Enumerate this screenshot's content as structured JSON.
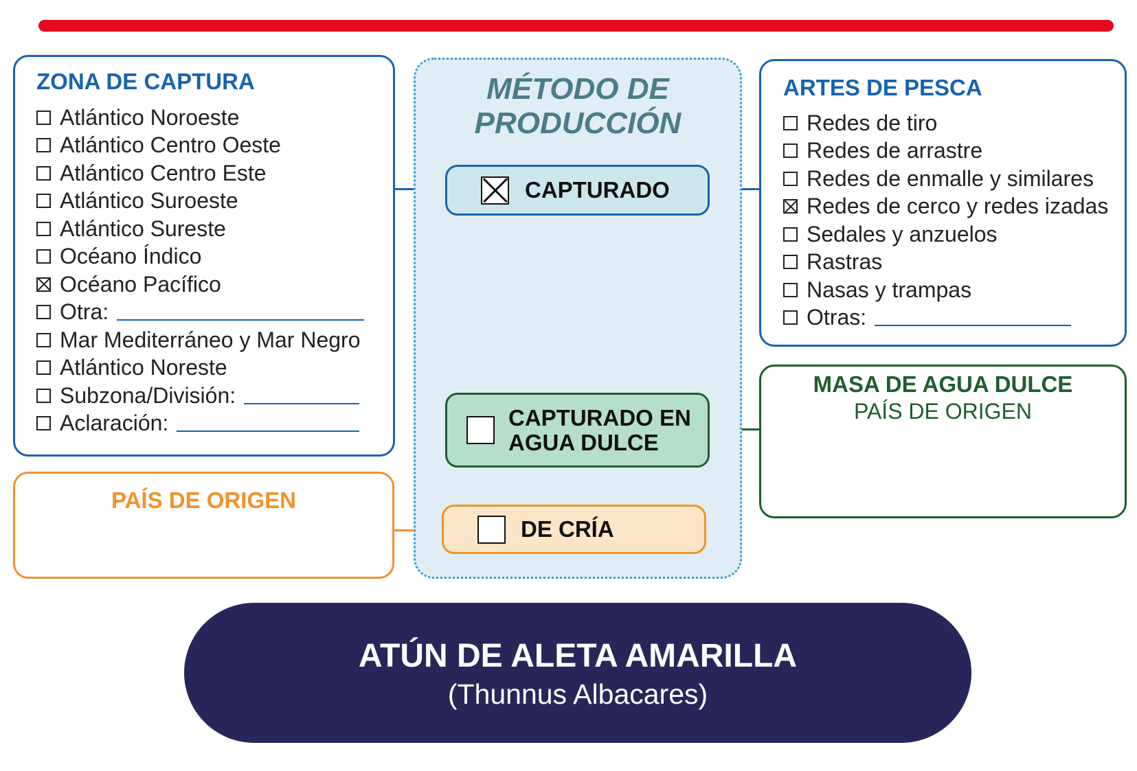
{
  "zona_captura": {
    "title": "ZONA DE CAPTURA",
    "items": [
      {
        "label": "Atlántico Noroeste",
        "checked": false
      },
      {
        "label": "Atlántico Centro Oeste",
        "checked": false
      },
      {
        "label": "Atlántico Centro Este",
        "checked": false
      },
      {
        "label": "Atlántico Suroeste",
        "checked": false
      },
      {
        "label": "Atlántico Sureste",
        "checked": false
      },
      {
        "label": "Océano Índico",
        "checked": false
      },
      {
        "label": "Océano Pacífico",
        "checked": true
      },
      {
        "label": "Otra:",
        "checked": false
      },
      {
        "label": "Mar Mediterráneo y Mar Negro",
        "checked": false
      },
      {
        "label": "Atlántico Noreste",
        "checked": false
      },
      {
        "label": "Subzona/División:",
        "checked": false
      },
      {
        "label": "Aclaración:",
        "checked": false
      }
    ]
  },
  "pais_origen": {
    "title": "PAÍS DE ORIGEN"
  },
  "metodo_produccion": {
    "title_line1": "MÉTODO DE",
    "title_line2": "PRODUCCIÓN",
    "options": {
      "capturado": {
        "label": "CAPTURADO",
        "checked": true
      },
      "agua_dulce": {
        "label_line1": "CAPTURADO EN",
        "label_line2": "AGUA DULCE",
        "checked": false
      },
      "cria": {
        "label": "DE CRÍA",
        "checked": false
      }
    }
  },
  "artes_pesca": {
    "title": "ARTES DE PESCA",
    "items": [
      {
        "label": "Redes de tiro",
        "checked": false
      },
      {
        "label": "Redes de arrastre",
        "checked": false
      },
      {
        "label": "Redes de enmalle y similares",
        "checked": false
      },
      {
        "label": "Redes de cerco y redes izadas",
        "checked": true
      },
      {
        "label": "Sedales y anzuelos",
        "checked": false
      },
      {
        "label": "Rastras",
        "checked": false
      },
      {
        "label": "Nasas y trampas",
        "checked": false
      },
      {
        "label": "Otras:",
        "checked": false
      }
    ]
  },
  "masa_agua_dulce": {
    "title": "MASA DE AGUA DULCE",
    "subtitle": "PAÍS DE ORIGEN"
  },
  "species": {
    "name": "ATÚN DE ALETA AMARILLA",
    "scientific": "(Thunnus Albacares)"
  },
  "colors": {
    "red_bar": "#e2091d",
    "blue": "#1863ad",
    "orange": "#f0922d",
    "green": "#1e5e2e",
    "teal_title": "#4a7d87",
    "navy": "#282659"
  }
}
